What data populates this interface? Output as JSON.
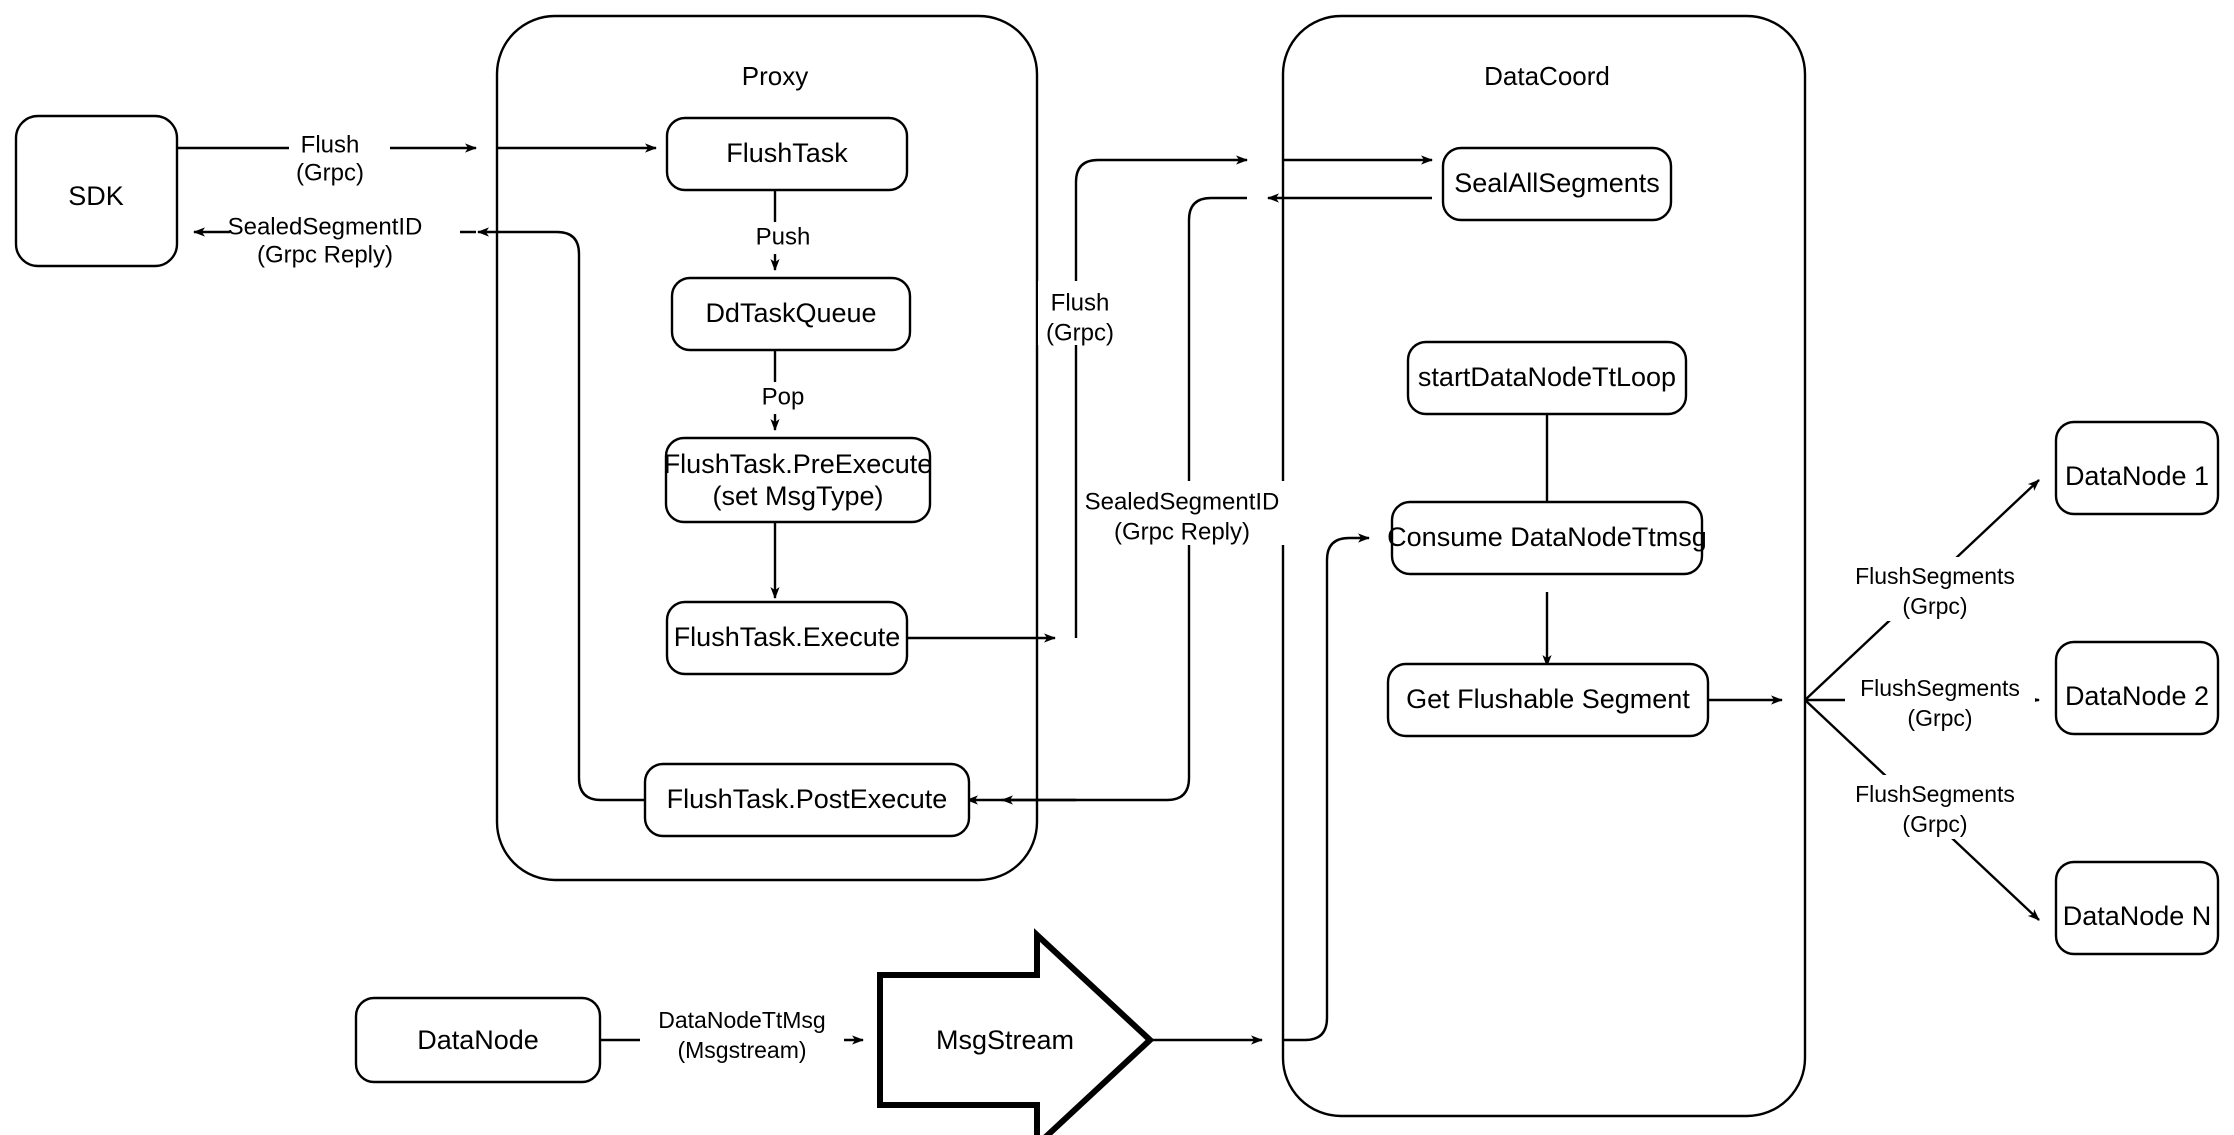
{
  "diagram": {
    "title": "Milvus Flush Sequence",
    "background_color": "#ffffff",
    "stroke_color": "#000000"
  },
  "containers": [
    {
      "id": "proxy",
      "label": "Proxy"
    },
    {
      "id": "datacoord",
      "label": "DataCoord"
    }
  ],
  "nodes": {
    "sdk": {
      "label": "SDK"
    },
    "flush_task": {
      "label": "FlushTask"
    },
    "dd_task_queue": {
      "label": "DdTaskQueue"
    },
    "pre_execute_line1": {
      "label": "FlushTask.PreExecute"
    },
    "pre_execute_line2": {
      "label": "(set MsgType)"
    },
    "execute": {
      "label": "FlushTask.Execute"
    },
    "post_execute": {
      "label": "FlushTask.PostExecute"
    },
    "seal_all_segments": {
      "label": "SealAllSegments"
    },
    "start_tt_loop": {
      "label": "startDataNodeTtLoop"
    },
    "consume_tt_msg": {
      "label": "Consume DataNodeTtmsg"
    },
    "get_flushable_segment": {
      "label": "Get Flushable Segment"
    },
    "datanode_source": {
      "label": "DataNode"
    },
    "msgstream": {
      "label": "MsgStream"
    },
    "datanode_1": {
      "label": "DataNode 1"
    },
    "datanode_2": {
      "label": "DataNode 2"
    },
    "datanode_n": {
      "label": "DataNode N"
    }
  },
  "edge_labels": {
    "sdk_to_proxy_line1": "Flush",
    "sdk_to_proxy_line2": "(Grpc)",
    "proxy_to_sdk_line1": "SealedSegmentID",
    "proxy_to_sdk_line2": "(Grpc Reply)",
    "push": "Push",
    "pop": "Pop",
    "proxy_to_coord_line1": "Flush",
    "proxy_to_coord_line2": "(Grpc)",
    "coord_to_proxy_line1": "SealedSegmentID",
    "coord_to_proxy_line2": "(Grpc Reply)",
    "datanode_ttmsg_line1": "DataNodeTtMsg",
    "datanode_ttmsg_line2": "(Msgstream)",
    "flush_segments_1_line1": "FlushSegments",
    "flush_segments_1_line2": "(Grpc)",
    "flush_segments_2_line1": "FlushSegments",
    "flush_segments_2_line2": "(Grpc)",
    "flush_segments_n_line1": "FlushSegments",
    "flush_segments_n_line2": "(Grpc)"
  }
}
